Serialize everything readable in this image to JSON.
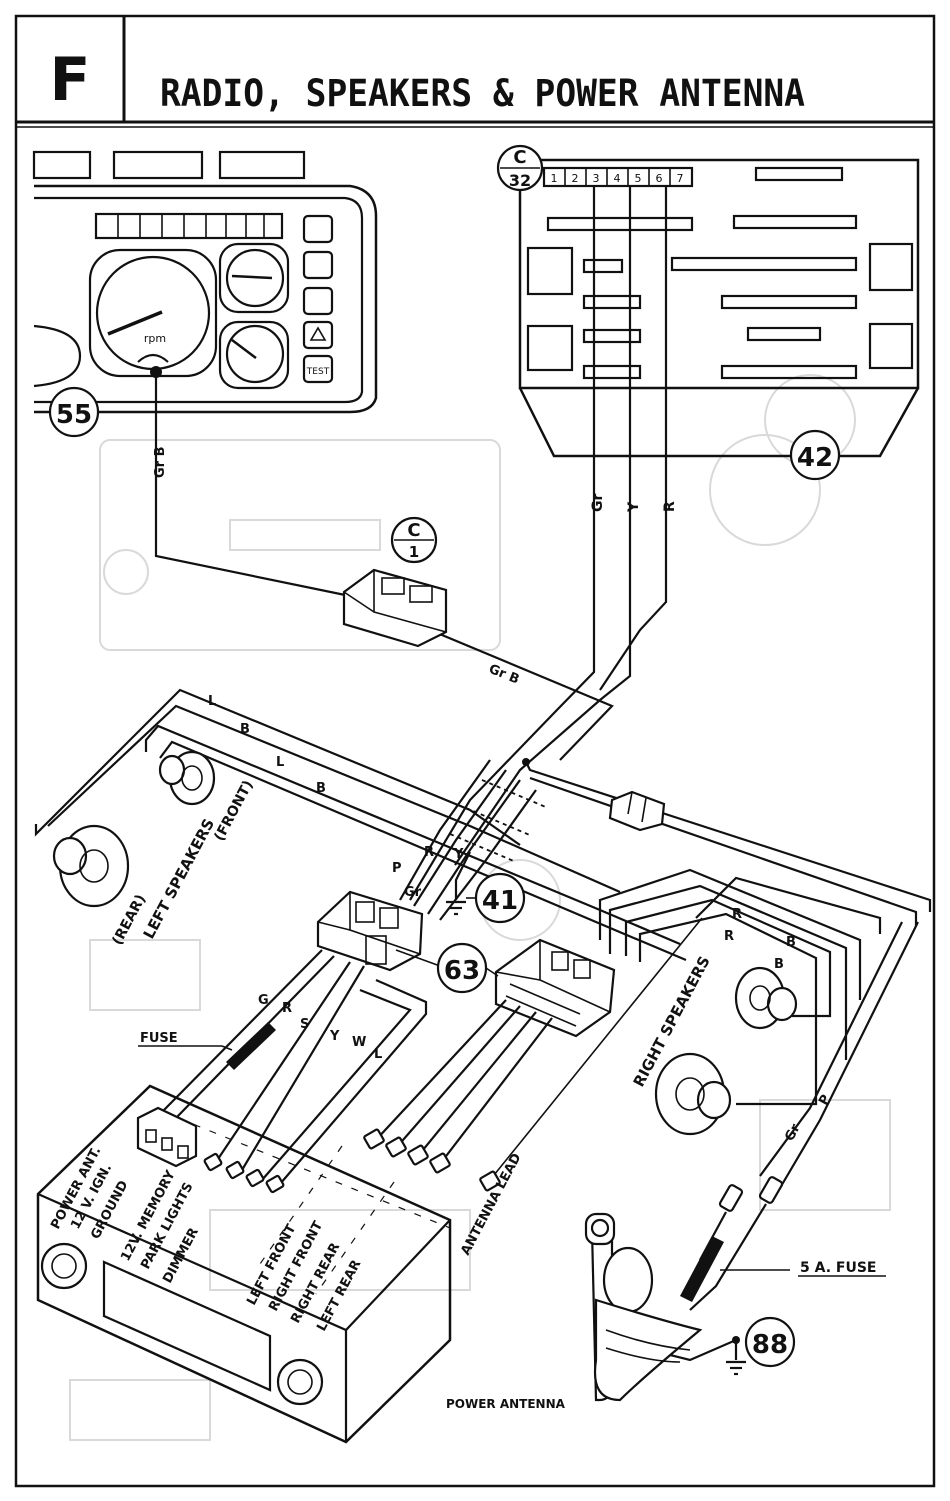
{
  "header": {
    "section_letter": "F",
    "title": "RADIO, SPEAKERS & POWER ANTENNA"
  },
  "instrument_cluster": {
    "callout": "55",
    "tach_label": "rpm",
    "test_button": "TEST"
  },
  "module": {
    "callout": "42",
    "connector_letter": "C",
    "connector_number": "32",
    "pins": [
      "1",
      "2",
      "3",
      "4",
      "5",
      "6",
      "7"
    ]
  },
  "connector_c1": {
    "letter": "C",
    "number": "1"
  },
  "wire_labels": {
    "cluster_wire": "Gr B",
    "harness_wire": "Gr B",
    "module_gr": "Gr",
    "module_y": "Y",
    "module_r": "R",
    "left_l1": "L",
    "left_b1": "B",
    "left_l2": "L",
    "left_b2": "B",
    "harness_p": "P",
    "harness_r": "R",
    "harness_y": "Y",
    "harness_gr": "Gr",
    "radio_g": "G",
    "radio_r": "R",
    "radio_s": "S",
    "radio_y": "Y",
    "radio_w": "W",
    "radio_l": "L",
    "right_r1": "R",
    "right_r2": "R",
    "right_b1": "B",
    "right_b2": "B",
    "ant_gr": "Gr",
    "ant_p": "P"
  },
  "callouts": {
    "ground_41": "41",
    "connector_63": "63",
    "ground_88": "88"
  },
  "speakers": {
    "left_front": "(FRONT)",
    "left_rear": "(REAR)",
    "left_group": "LEFT SPEAKERS",
    "right_group": "RIGHT SPEAKERS"
  },
  "radio_labels": {
    "fuse": "FUSE",
    "power_ant": "POWER ANT.",
    "ign_12v": "12 V. IGN.",
    "ground": "GROUND",
    "memory_12v": "12V. MEMORY",
    "park_lights": "PARK LIGHTS",
    "dimmer": "DIMMER",
    "left_front": "LEFT FRONT",
    "right_front": "RIGHT FRONT",
    "right_rear": "RIGHT REAR",
    "left_rear": "LEFT REAR",
    "antenna_lead": "ANTENNA LEAD"
  },
  "antenna": {
    "fuse": "5 A. FUSE",
    "label": "POWER ANTENNA"
  }
}
